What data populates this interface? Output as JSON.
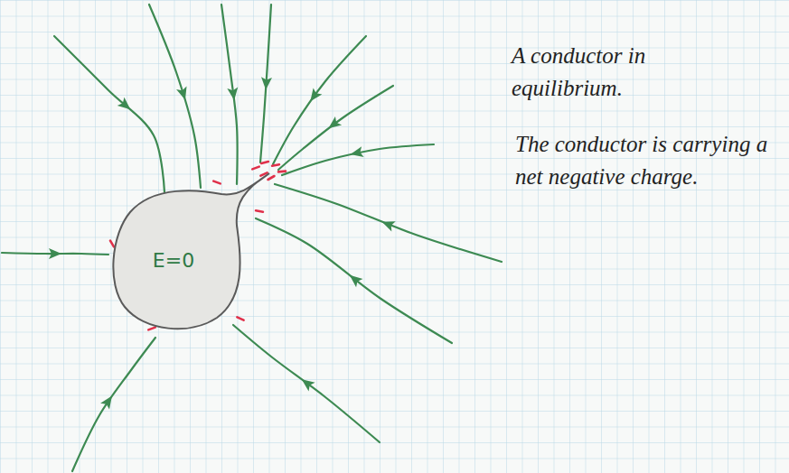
{
  "diagram": {
    "nodes": [
      {
        "text": [
          "E=0"
        ]
      }
    ],
    "labels": [
      "A conductor in equilibrium.",
      "The conductor is carrying a net negative charge."
    ]
  }
}
